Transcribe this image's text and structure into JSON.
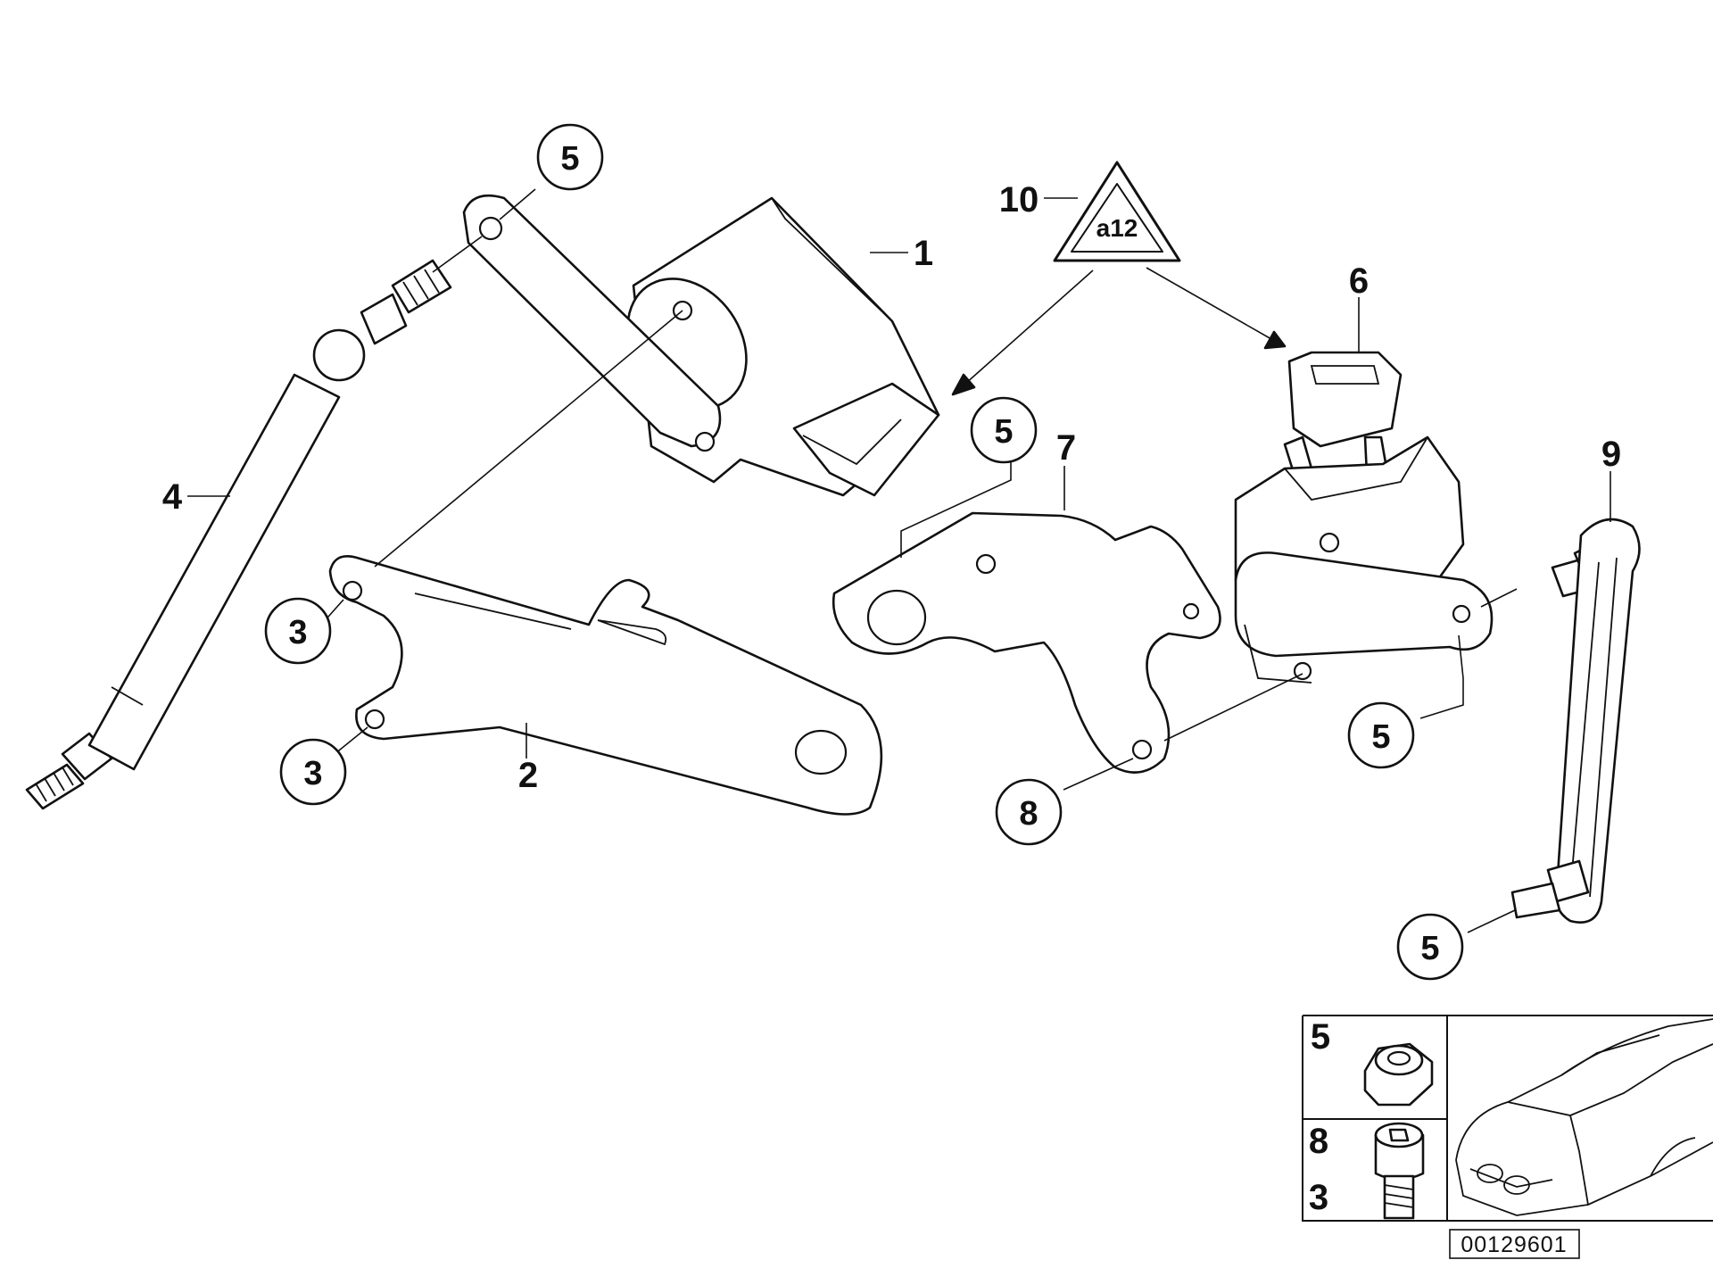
{
  "callouts": {
    "c5_top": "5",
    "c5_middle": "5",
    "c5_right_sensor": "5",
    "c5_right_bottom": "5",
    "c3_upper": "3",
    "c3_lower": "3",
    "c8": "8"
  },
  "labels": {
    "l1": "1",
    "l2": "2",
    "l4": "4",
    "l6": "6",
    "l7": "7",
    "l9": "9",
    "l10": "10"
  },
  "inset": {
    "label_5": "5",
    "label_8": "8",
    "label_3": "3"
  },
  "diagram_code": "00129601",
  "warning_symbol_text": "a12"
}
